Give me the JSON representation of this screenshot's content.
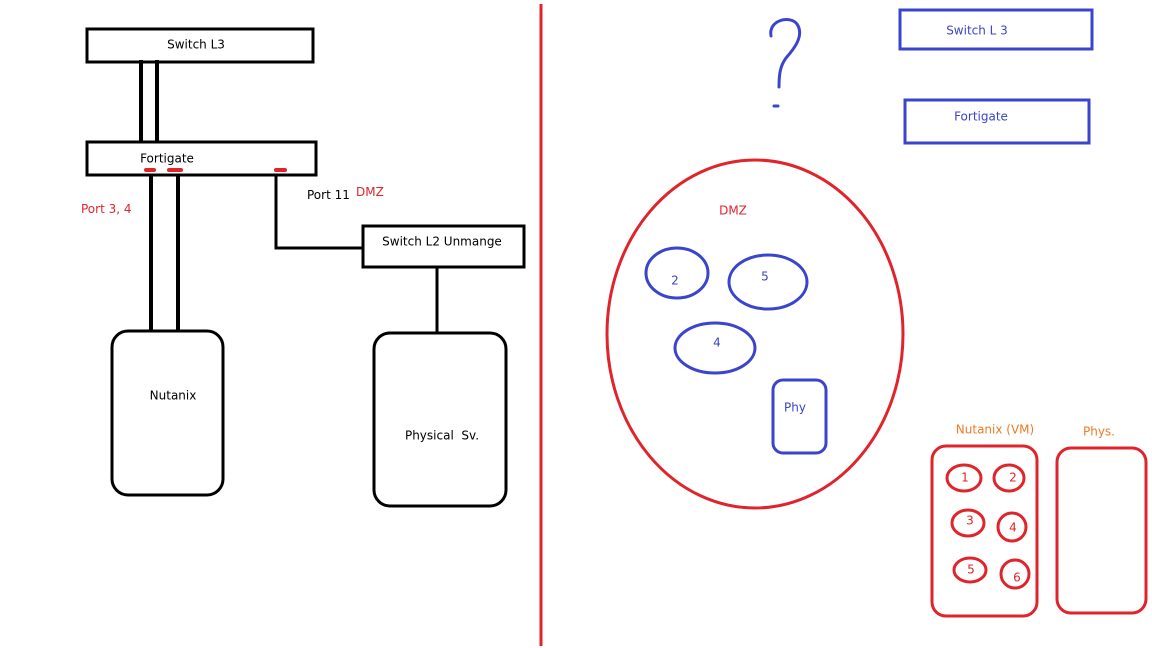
{
  "colors": {
    "black": "#000000",
    "red": "#e0242b",
    "blue": "#3b44cc",
    "orange": "#f07a26"
  },
  "left_diagram": {
    "switch_l3": "Switch L3",
    "fortigate": "Fortigate",
    "port_3_4": "Port 3, 4",
    "port_11": "Port 11",
    "dmz": "DMZ",
    "switch_l2": "Switch L2 Unmange",
    "nutanix": "Nutanix",
    "physical_sv": "Physical  Sv."
  },
  "right_diagram": {
    "question_mark": "?",
    "switch_l3": "Switch L 3",
    "fortigate": "Fortigate",
    "dmz": "DMZ",
    "dmz_items": [
      "2",
      "5",
      "4"
    ],
    "phy": "Phy",
    "nutanix_vm": "Nutanix (VM)",
    "phys": "Phys.",
    "vm_items": [
      "1",
      "2",
      "3",
      "4",
      "5",
      "6"
    ]
  }
}
